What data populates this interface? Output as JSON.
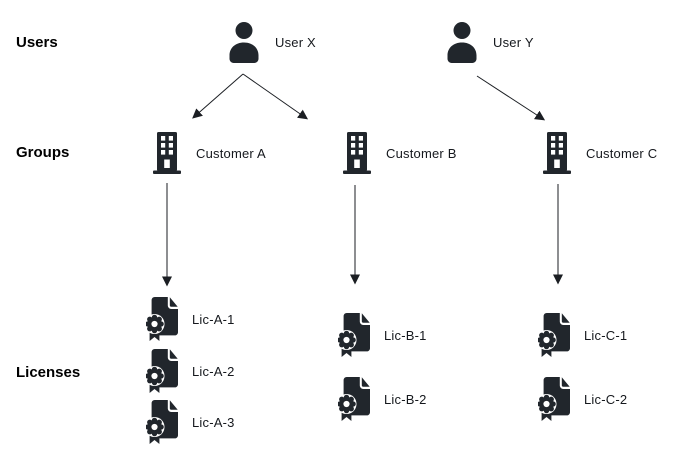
{
  "row_labels": {
    "users": "Users",
    "groups": "Groups",
    "licenses": "Licenses"
  },
  "users": [
    {
      "label": "User X",
      "icon": "person-icon"
    },
    {
      "label": "User Y",
      "icon": "person-icon"
    }
  ],
  "groups": [
    {
      "label": "Customer A",
      "icon": "building-icon"
    },
    {
      "label": "Customer B",
      "icon": "building-icon"
    },
    {
      "label": "Customer C",
      "icon": "building-icon"
    }
  ],
  "licenses": {
    "customer_a": [
      {
        "label": "Lic-A-1",
        "icon": "certificate-icon"
      },
      {
        "label": "Lic-A-2",
        "icon": "certificate-icon"
      },
      {
        "label": "Lic-A-3",
        "icon": "certificate-icon"
      }
    ],
    "customer_b": [
      {
        "label": "Lic-B-1",
        "icon": "certificate-icon"
      },
      {
        "label": "Lic-B-2",
        "icon": "certificate-icon"
      }
    ],
    "customer_c": [
      {
        "label": "Lic-C-1",
        "icon": "certificate-icon"
      },
      {
        "label": "Lic-C-2",
        "icon": "certificate-icon"
      }
    ]
  },
  "edges": [
    {
      "from": "User X",
      "to": "Customer A"
    },
    {
      "from": "User X",
      "to": "Customer B"
    },
    {
      "from": "User Y",
      "to": "Customer C"
    },
    {
      "from": "Customer A",
      "to": "Lic-A-1"
    },
    {
      "from": "Customer B",
      "to": "Lic-B-1"
    },
    {
      "from": "Customer C",
      "to": "Lic-C-1"
    }
  ],
  "colors": {
    "icon": "#21262c",
    "text": "#15181d",
    "arrow": "#1b1e23",
    "background": "#ffffff"
  }
}
